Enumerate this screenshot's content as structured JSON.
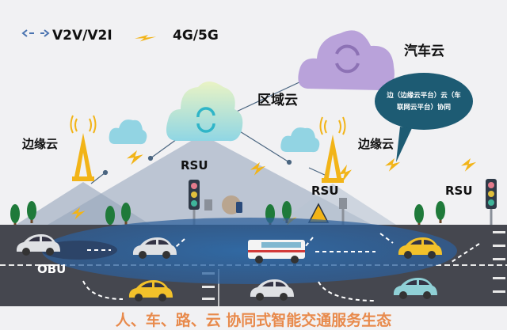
{
  "legend": {
    "v2v_label": "V2V/V2I",
    "cellular_label": "4G/5G"
  },
  "clouds": {
    "car_cloud": "汽车云",
    "regional_cloud": "区域云",
    "edge_cloud_left": "边缘云",
    "edge_cloud_right": "边缘云"
  },
  "bubble": {
    "line1": "边（边缘云平台）云（车",
    "line2": "联网云平台）协同"
  },
  "rsu": {
    "rsu1": "RSU",
    "rsu2": "RSU",
    "rsu3": "RSU"
  },
  "obu_label": "OBU",
  "title": "人、车、路、云 协同式智能交通服务生态",
  "colors": {
    "road": "#45474f",
    "highlight": "#2f6aa8",
    "title": "#e88a4c",
    "bubble": "#1d5b73",
    "car_cloud": "#b79fd8",
    "edge_cloud": "#8fd3e2",
    "lightning": "#f2b418"
  }
}
